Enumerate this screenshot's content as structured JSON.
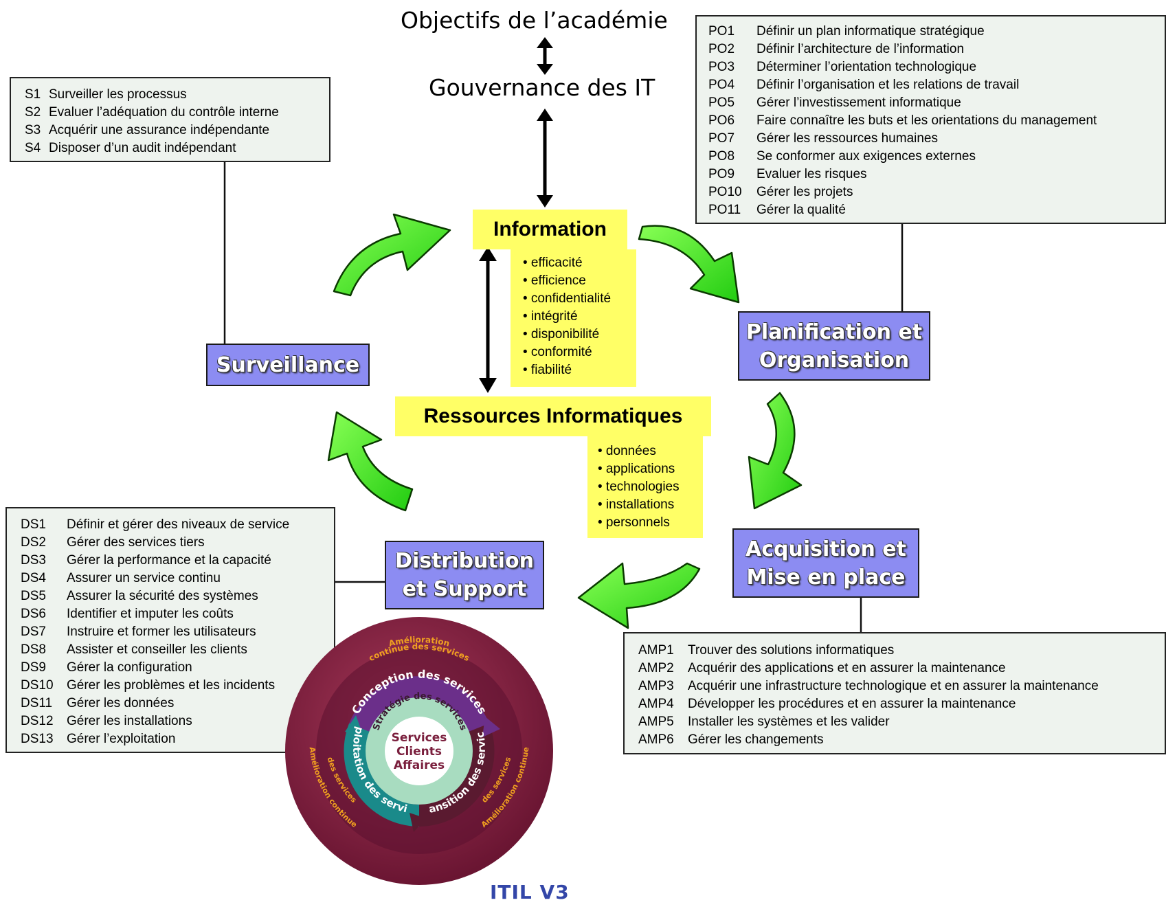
{
  "header": {
    "objectives": "Objectifs de l’académie",
    "governance": "Gouvernance des IT"
  },
  "surveillance_box": {
    "items": [
      {
        "code": "S1",
        "label": "Surveiller les processus"
      },
      {
        "code": "S2",
        "label": "Evaluer l’adéquation du contrôle interne"
      },
      {
        "code": "S3",
        "label": "Acquérir une assurance indépendante"
      },
      {
        "code": "S4",
        "label": "Disposer d’un audit indépendant"
      }
    ]
  },
  "po_box": {
    "items": [
      {
        "code": "PO1",
        "label": "Définir un plan informatique stratégique"
      },
      {
        "code": "PO2",
        "label": "Définir l’architecture de l’information"
      },
      {
        "code": "PO3",
        "label": "Déterminer l’orientation technologique"
      },
      {
        "code": "PO4",
        "label": "Définir l’organisation et les relations de travail"
      },
      {
        "code": "PO5",
        "label": "Gérer l’investissement informatique"
      },
      {
        "code": "PO6",
        "label": "Faire connaître les buts et les orientations du management"
      },
      {
        "code": "PO7",
        "label": "Gérer les ressources humaines"
      },
      {
        "code": "PO8",
        "label": "Se conformer aux exigences externes"
      },
      {
        "code": "PO9",
        "label": "Evaluer les risques"
      },
      {
        "code": "PO10",
        "label": "Gérer les projets"
      },
      {
        "code": "PO11",
        "label": "Gérer la qualité"
      }
    ]
  },
  "ds_box": {
    "items": [
      {
        "code": "DS1",
        "label": "Définir et gérer des niveaux de service"
      },
      {
        "code": "DS2",
        "label": "Gérer des services tiers"
      },
      {
        "code": "DS3",
        "label": "Gérer la performance et la capacité"
      },
      {
        "code": "DS4",
        "label": "Assurer un service continu"
      },
      {
        "code": "DS5",
        "label": "Assurer la sécurité des systèmes"
      },
      {
        "code": "DS6",
        "label": "Identifier et imputer les coûts"
      },
      {
        "code": "DS7",
        "label": "Instruire et former les utilisateurs"
      },
      {
        "code": "DS8",
        "label": "Assister et conseiller les clients"
      },
      {
        "code": "DS9",
        "label": "Gérer la configuration"
      },
      {
        "code": "DS10",
        "label": "Gérer les problèmes et les incidents"
      },
      {
        "code": "DS11",
        "label": "Gérer les données"
      },
      {
        "code": "DS12",
        "label": "Gérer les installations"
      },
      {
        "code": "DS13",
        "label": "Gérer l’exploitation"
      }
    ]
  },
  "amp_box": {
    "items": [
      {
        "code": "AMP1",
        "label": "Trouver des solutions informatiques"
      },
      {
        "code": "AMP2",
        "label": "Acquérir des applications et en assurer la maintenance"
      },
      {
        "code": "AMP3",
        "label": "Acquérir une infrastructure technologique et en assurer la maintenance"
      },
      {
        "code": "AMP4",
        "label": "Développer les procédures et en assurer la maintenance"
      },
      {
        "code": "AMP5",
        "label": "Installer les systèmes et les valider"
      },
      {
        "code": "AMP6",
        "label": "Gérer les changements"
      }
    ]
  },
  "domains": {
    "surveillance": "Surveillance",
    "planification_line1": "Planification et",
    "planification_line2": "Organisation",
    "acquisition_line1": "Acquisition et",
    "acquisition_line2": "Mise en place",
    "distribution_line1": "Distribution",
    "distribution_line2": "et Support"
  },
  "information": {
    "title": "Information",
    "criteria": [
      "• efficacité",
      "• efficience",
      "• confidentialité",
      "• intégrité",
      "• disponibilité",
      "• conformité",
      "• fiabilité"
    ]
  },
  "ressources": {
    "title": "Ressources Informatiques",
    "items": [
      "• données",
      "• applications",
      "• technologies",
      "• installations",
      "• personnels"
    ]
  },
  "itil": {
    "center_line1": "Services",
    "center_line2": "Clients",
    "center_line3": "Affaires",
    "strategie": "Stratégie des services",
    "conception": "Conception des services",
    "transition": "Transition des services",
    "exploitation": "Exploitation des services",
    "amelioration_top_line1": "Amélioration",
    "amelioration_top_line2": "continue des services",
    "amelioration_left_line1": "Amélioration continue",
    "amelioration_left_line2": "des services",
    "amelioration_right_line1": "Amélioration continue",
    "amelioration_right_line2": "des services",
    "label": "ITIL V3"
  },
  "colors": {
    "domain_fill": "#8c8cf2",
    "yellow": "#ffff66",
    "arrow_green": "#33ee11",
    "list_bg": "#eef3ee",
    "itil_outer": "#7a1f3d",
    "itil_teal": "#1a8a8a",
    "itil_light": "#a8dcc0",
    "itil_blue_label": "#3346a8"
  }
}
